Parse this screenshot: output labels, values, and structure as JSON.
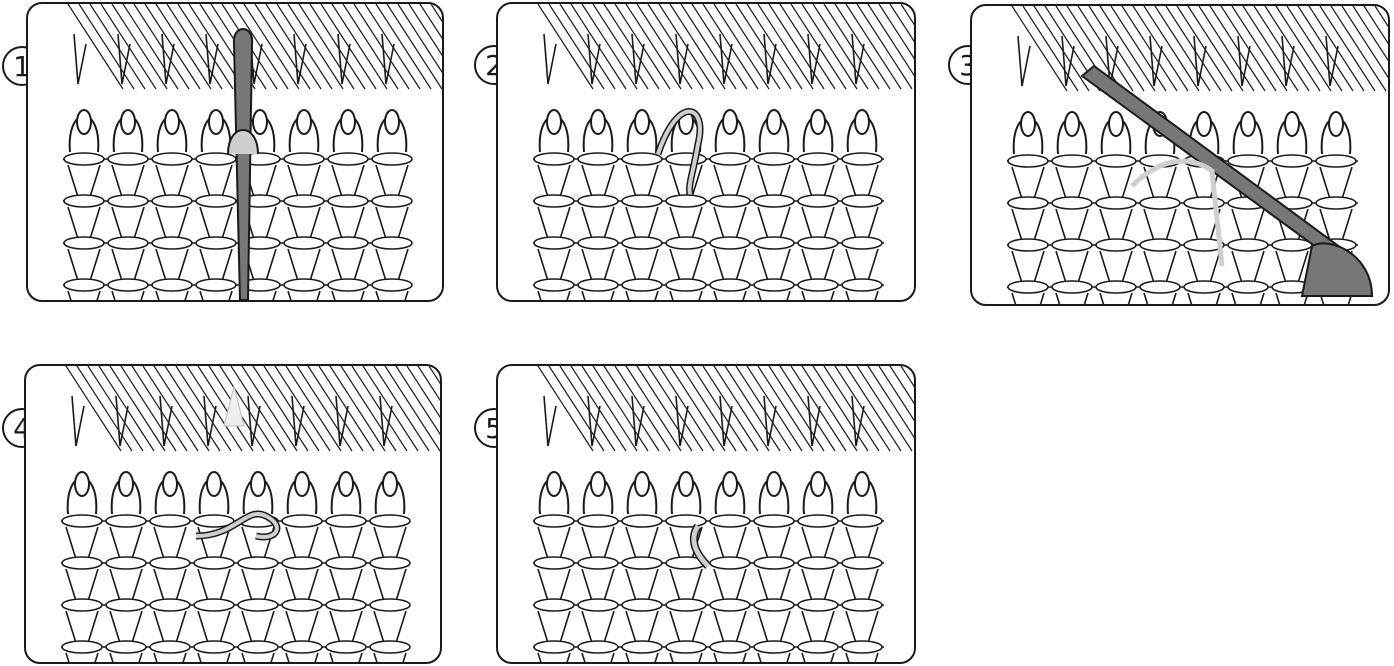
{
  "steps": [
    {
      "number": "1"
    },
    {
      "number": "2"
    },
    {
      "number": "3"
    },
    {
      "number": "4"
    },
    {
      "number": "5"
    }
  ],
  "colors": {
    "ink": "#1a1a1a",
    "needle": "#777777",
    "yarn": "#cfcfcf"
  }
}
